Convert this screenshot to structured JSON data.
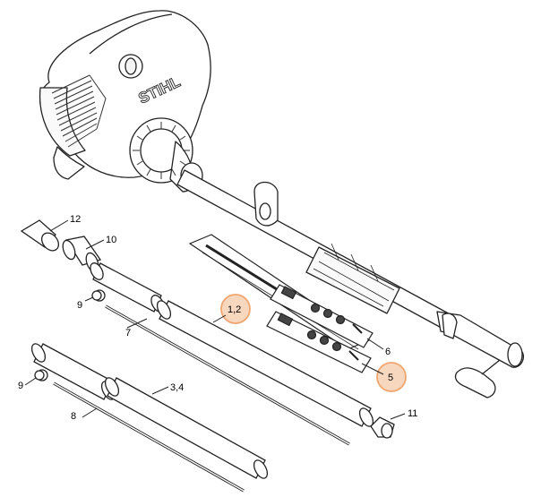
{
  "diagram": {
    "brand": "STIHL",
    "highlight_color": "#f0a670",
    "labels": {
      "p12": "12",
      "p10": "10",
      "p9a": "9",
      "p7": "7",
      "p12b": "1,2",
      "p6": "6",
      "p5": "5",
      "p9b": "9",
      "p34": "3,4",
      "p8": "8",
      "p11": "11"
    }
  }
}
